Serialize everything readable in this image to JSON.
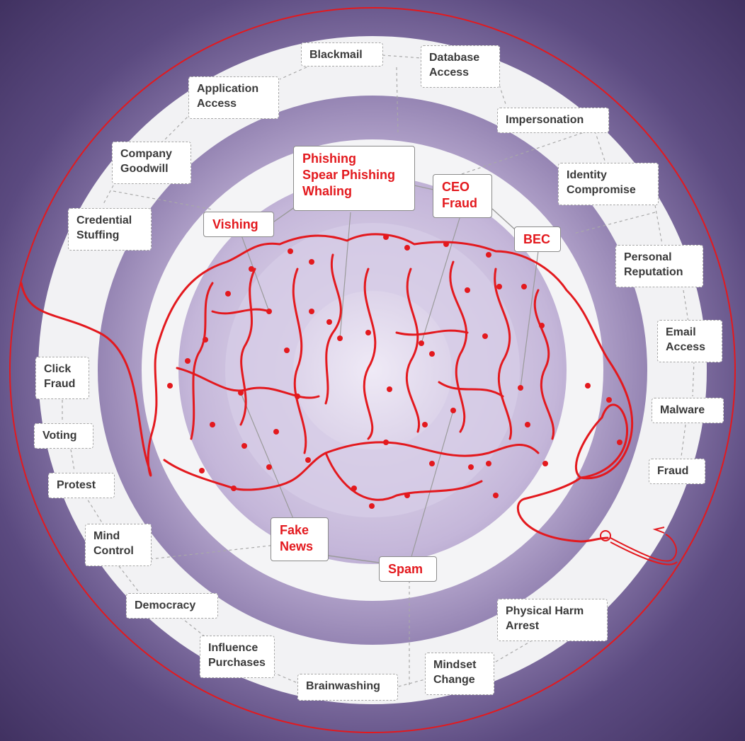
{
  "colors": {
    "accent_red": "#e3191e",
    "ring_white": "#f2f2f4",
    "band_purple": "#d6cce6",
    "background_dark": "#3e2f5e"
  },
  "inner_labels": {
    "phishing": "Phishing\nSpear Phishing\nWhaling",
    "ceo_fraud": "CEO\nFraud",
    "bec": "BEC",
    "vishing": "Vishing",
    "fake_news": "Fake\nNews",
    "spam": "Spam"
  },
  "outer_labels": {
    "blackmail": "Blackmail",
    "database_access": "Database\nAccess",
    "application_access": "Application\nAccess",
    "impersonation": "Impersonation",
    "company_goodwill": "Company\nGoodwill",
    "identity_compromise": "Identity\nCompromise",
    "credential_stuffing": "Credential\nStuffing",
    "personal_reputation": "Personal\nReputation",
    "email_access": "Email\nAccess",
    "click_fraud": "Click\nFraud",
    "malware": "Malware",
    "voting": "Voting",
    "fraud": "Fraud",
    "protest": "Protest",
    "mind_control": "Mind\nControl",
    "democracy": "Democracy",
    "physical_harm_arrest": "Physical Harm\nArrest",
    "influence_purchases": "Influence\nPurchases",
    "mindset_change": "Mindset\nChange",
    "brainwashing": "Brainwashing"
  }
}
